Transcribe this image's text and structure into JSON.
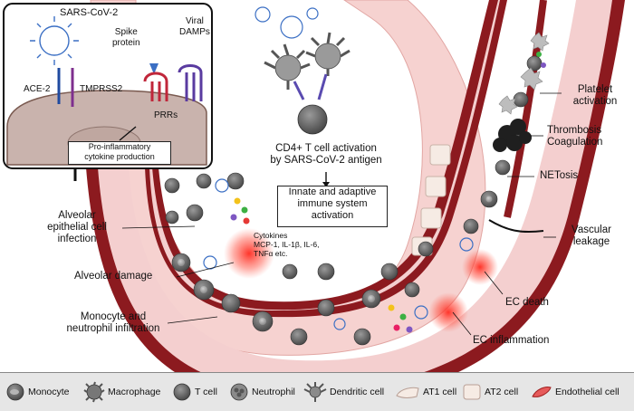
{
  "inset": {
    "title": "SARS-CoV-2",
    "ace2": "ACE-2",
    "tmprss2": "TMPRSS2",
    "spike": "Spike\nprotein",
    "damps": "Viral\nDAMPs",
    "prrs": "PRRs",
    "cytokine_box": "Pro-inflammatory\ncytokine production"
  },
  "left_labels": {
    "infection": "Alveolar\nepithelial cell\ninfection",
    "damage": "Alveolar damage",
    "infiltration": "Monocyte and\nneutrophil infiltration",
    "cytokines": "Cytokines\nMCP-1, IL-1β, IL-6,\nTNFα etc."
  },
  "center_labels": {
    "tcell": "CD4+ T cell activation\nby SARS-CoV-2 antigen",
    "immune_box": "Innate and adaptive\nimmune system\nactivation"
  },
  "right_labels": {
    "platelet": "Platelet\nactivation",
    "thrombosis": "Thrombosis\nCoagulation",
    "netosis": "NETosis",
    "leakage": "Vascular\nleakage",
    "ec_death": "EC death",
    "ec_inflammation": "EC inflammation"
  },
  "legend": [
    {
      "label": "Monocyte",
      "icon": "monocyte-icon"
    },
    {
      "label": "Macrophage",
      "icon": "macrophage-icon"
    },
    {
      "label": "T cell",
      "icon": "t-cell-icon"
    },
    {
      "label": "Neutrophil",
      "icon": "neutrophil-icon"
    },
    {
      "label": "Dendritic cell",
      "icon": "dendritic-cell-icon"
    },
    {
      "label": "AT1 cell",
      "icon": "at1-cell-icon"
    },
    {
      "label": "AT2 cell",
      "icon": "at2-cell-icon"
    },
    {
      "label": "Endothelial cell",
      "icon": "endothelial-cell-icon"
    }
  ],
  "colors": {
    "vessel_wall": "#8c1a1f",
    "vessel_lumen": "#f6cfcf",
    "alveolar_wall": "#f3c8c6",
    "inflammation_glow": "#ff3b30",
    "virus": "#3b6fc4",
    "cell_gray": "#6e6e6e",
    "legend_bg": "#e6e6e6"
  }
}
